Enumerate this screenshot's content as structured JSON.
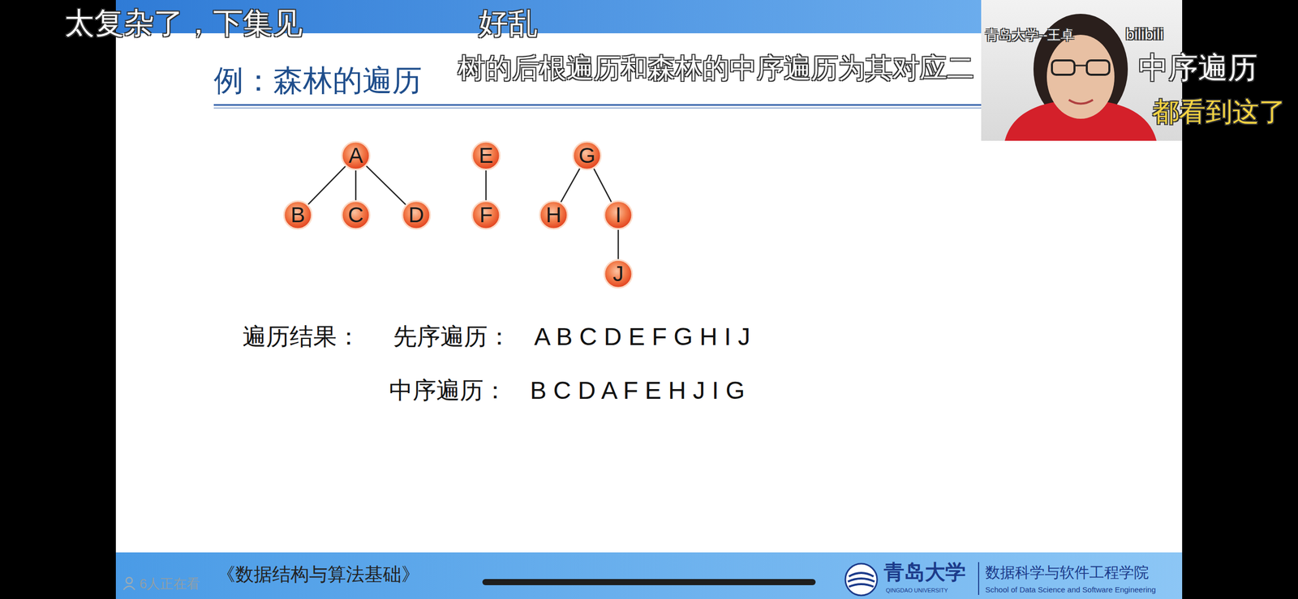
{
  "diagram": {
    "title": "例：森林的遍历",
    "nodes": [
      {
        "text": [
          "A"
        ]
      },
      {
        "text": [
          "B"
        ]
      },
      {
        "text": [
          "C"
        ]
      },
      {
        "text": [
          "D"
        ]
      },
      {
        "text": [
          "E"
        ]
      },
      {
        "text": [
          "F"
        ]
      },
      {
        "text": [
          "G"
        ]
      },
      {
        "text": [
          "H"
        ]
      },
      {
        "text": [
          "I"
        ]
      },
      {
        "text": [
          "J"
        ]
      }
    ],
    "edges": [
      {
        "from": 0,
        "to": 1,
        "arrow": "none"
      },
      {
        "from": 0,
        "to": 2,
        "arrow": "none"
      },
      {
        "from": 0,
        "to": 3,
        "arrow": "none"
      },
      {
        "from": 4,
        "to": 5,
        "arrow": "none"
      },
      {
        "from": 6,
        "to": 7,
        "arrow": "none"
      },
      {
        "from": 6,
        "to": 8,
        "arrow": "none"
      },
      {
        "from": 8,
        "to": 9,
        "arrow": "none"
      }
    ],
    "labels": [
      "太复杂了，下集见",
      "好乱",
      "青岛大学--王卓",
      "bilibili",
      "树的后根遍历和森林的中序遍历为其对应二",
      "中序遍历",
      "都看到这了",
      "遍历结果：",
      "先序遍历：",
      "A B C D E F G H I J",
      "中序遍历：",
      "B C D A F E H J I G",
      "6人正在看",
      "《数据结构与算法基础》",
      "青岛大学",
      "QINGDAO UNIVERSITY",
      "数据科学与软件工程学院",
      "School of Data Science and Software Engineering"
    ]
  }
}
